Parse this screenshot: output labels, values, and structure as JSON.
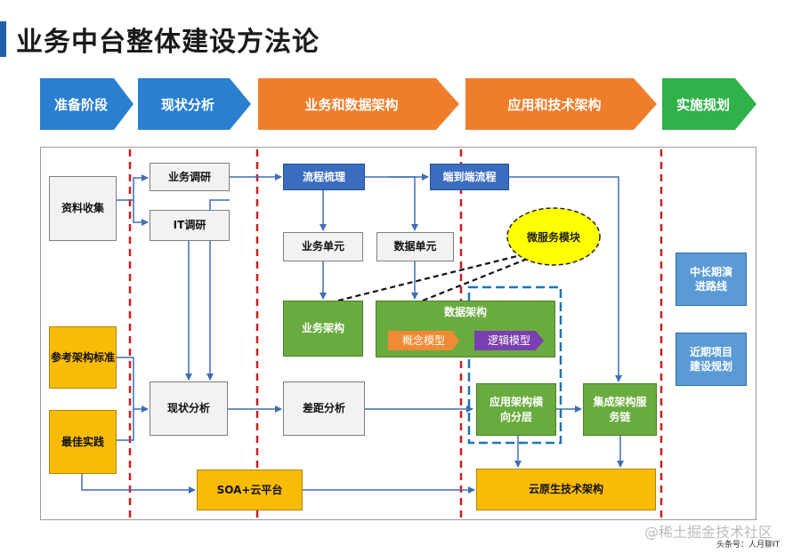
{
  "title": "业务中台整体建设方法论",
  "phases": [
    "准备阶段",
    "现状分析",
    "业务和数据架构",
    "应用和技术架构",
    "实施规划"
  ],
  "boxes": {
    "data_collect": "资料收集",
    "biz_survey": "业务调研",
    "it_survey": "IT调研",
    "ref_arch": "参考架构标准",
    "best_practice": "最佳实践",
    "current_analysis": "现状分析",
    "process": "流程梳理",
    "e2e_process": "端到端流程",
    "biz_unit": "业务单元",
    "data_unit": "数据单元",
    "biz_arch": "业务架构",
    "data_arch": "数据架构",
    "concept_model": "概念模型",
    "logic_model": "逻辑模型",
    "gap_analysis": "差距分析",
    "app_arch": "应用架构横向分层",
    "integration": "集成架构服务链",
    "microservice": "微服务模块",
    "soa": "SOA+云平台",
    "cloud_native": "云原生技术架构",
    "long_term": "中长期演进路线",
    "near_term": "近期项目建设规划"
  },
  "footer": {
    "watermark": "@稀土掘金技术社区",
    "source": "头条号：人月聊IT"
  },
  "colors": {
    "title_accent": "#1f5fae",
    "phase_blue": "#2a7fd0",
    "phase_orange": "#ef7e2c",
    "phase_green": "#2fb24a",
    "divider_red": "#cc1f1f",
    "dashed_box": "#1f74b6",
    "microservice_fill": "#ffff00"
  }
}
